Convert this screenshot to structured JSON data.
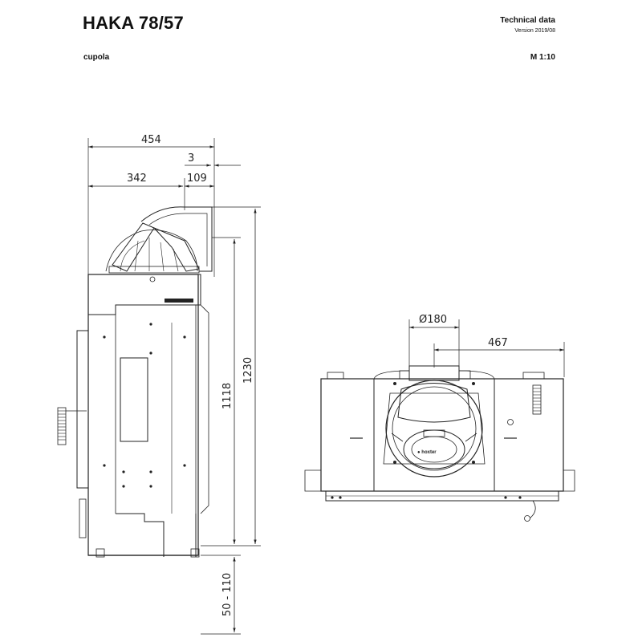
{
  "header": {
    "title": "HAKA 78/57",
    "subtitle": "cupola",
    "doc_type": "Technical data",
    "version": "Version 2019/08",
    "scale": "M 1:10"
  },
  "dimensions": {
    "width_total": "454",
    "offset_small": "3",
    "width_front": "342",
    "width_back": "109",
    "height_body": "1118",
    "height_total": "1230",
    "feet_range": "50 - 110",
    "flue_diameter": "Ø180",
    "flue_offset": "467"
  },
  "labels": {
    "brand": "● hoxter"
  }
}
